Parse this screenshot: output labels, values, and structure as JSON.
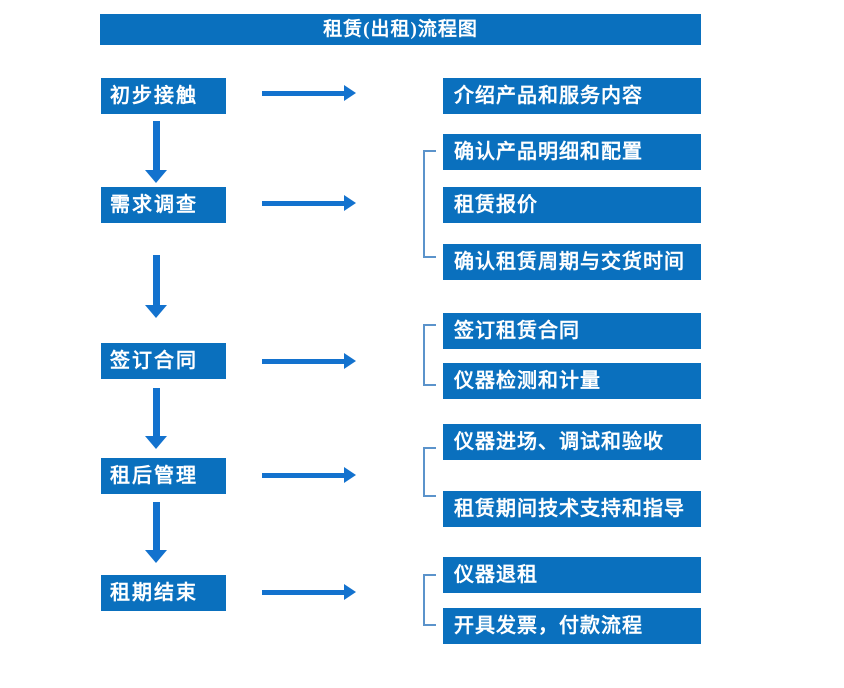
{
  "title": "租赁(出租)流程图",
  "colors": {
    "box_blue": "#0A70BE",
    "arrow_blue": "#1372CE",
    "bracket_blue": "#5B93CB",
    "text_white": "#FFFFFF",
    "background": "#FFFFFF"
  },
  "flow": {
    "steps": [
      {
        "label": "初步接触",
        "outputs": [
          "介绍产品和服务内容"
        ]
      },
      {
        "label": "需求调查",
        "outputs": [
          "确认产品明细和配置",
          "租赁报价",
          "确认租赁周期与交货时间"
        ]
      },
      {
        "label": "签订合同",
        "outputs": [
          "签订租赁合同",
          "仪器检测和计量"
        ]
      },
      {
        "label": "租后管理",
        "outputs": [
          "仪器进场、调试和验收",
          "租赁期间技术支持和指导"
        ]
      },
      {
        "label": "租期结束",
        "outputs": [
          "仪器退租",
          "开具发票，付款流程"
        ]
      }
    ]
  }
}
